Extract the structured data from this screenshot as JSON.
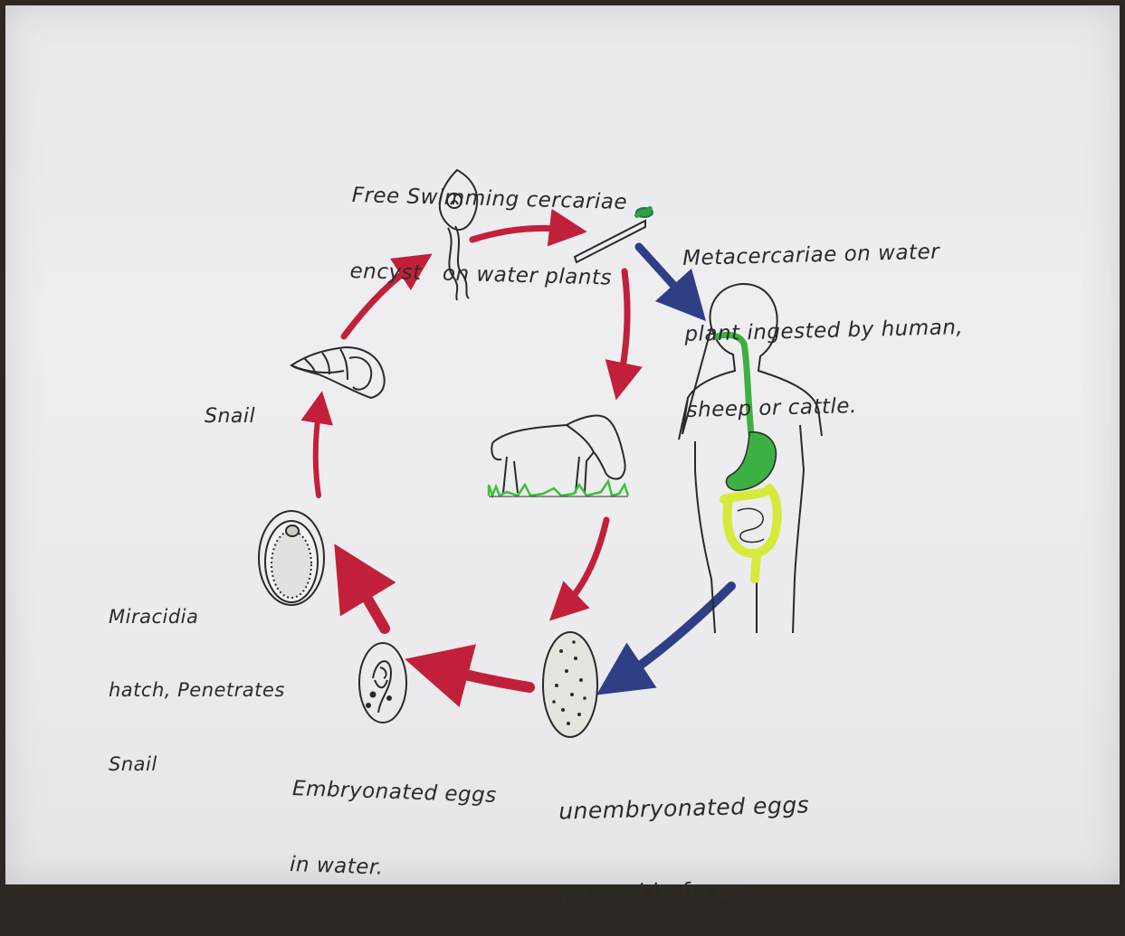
{
  "labels": {
    "cercariae": [
      "Free Swimming cercariae",
      "encyst   on water plants"
    ],
    "metacercariae": [
      "Metacercariae on water",
      "plant ingested by human,",
      "sheep or cattle."
    ],
    "snail": [
      "Snail"
    ],
    "miracidia": [
      "Miracidia",
      "hatch, Penetrates",
      "Snail"
    ],
    "embryonated": [
      "Embryonated eggs",
      "in water."
    ],
    "unembryonated": [
      "unembryonated eggs",
      "passed in feces."
    ]
  },
  "colors": {
    "cycle_arrow": "#c2203a",
    "human_arrow": "#2f3f85",
    "gut_green": "#3cb043",
    "intestine_yellow": "#d6ea3c",
    "grass": "#37c437",
    "ink": "#2a2a2a",
    "paper": "#ececef"
  },
  "icons": [
    "cercaria-icon",
    "water-plant-icon",
    "human-body-icon",
    "sheep-grazing-icon",
    "snail-shell-icon",
    "miracidium-egg-icon",
    "embryonated-egg-icon",
    "unembryonated-egg-icon"
  ]
}
